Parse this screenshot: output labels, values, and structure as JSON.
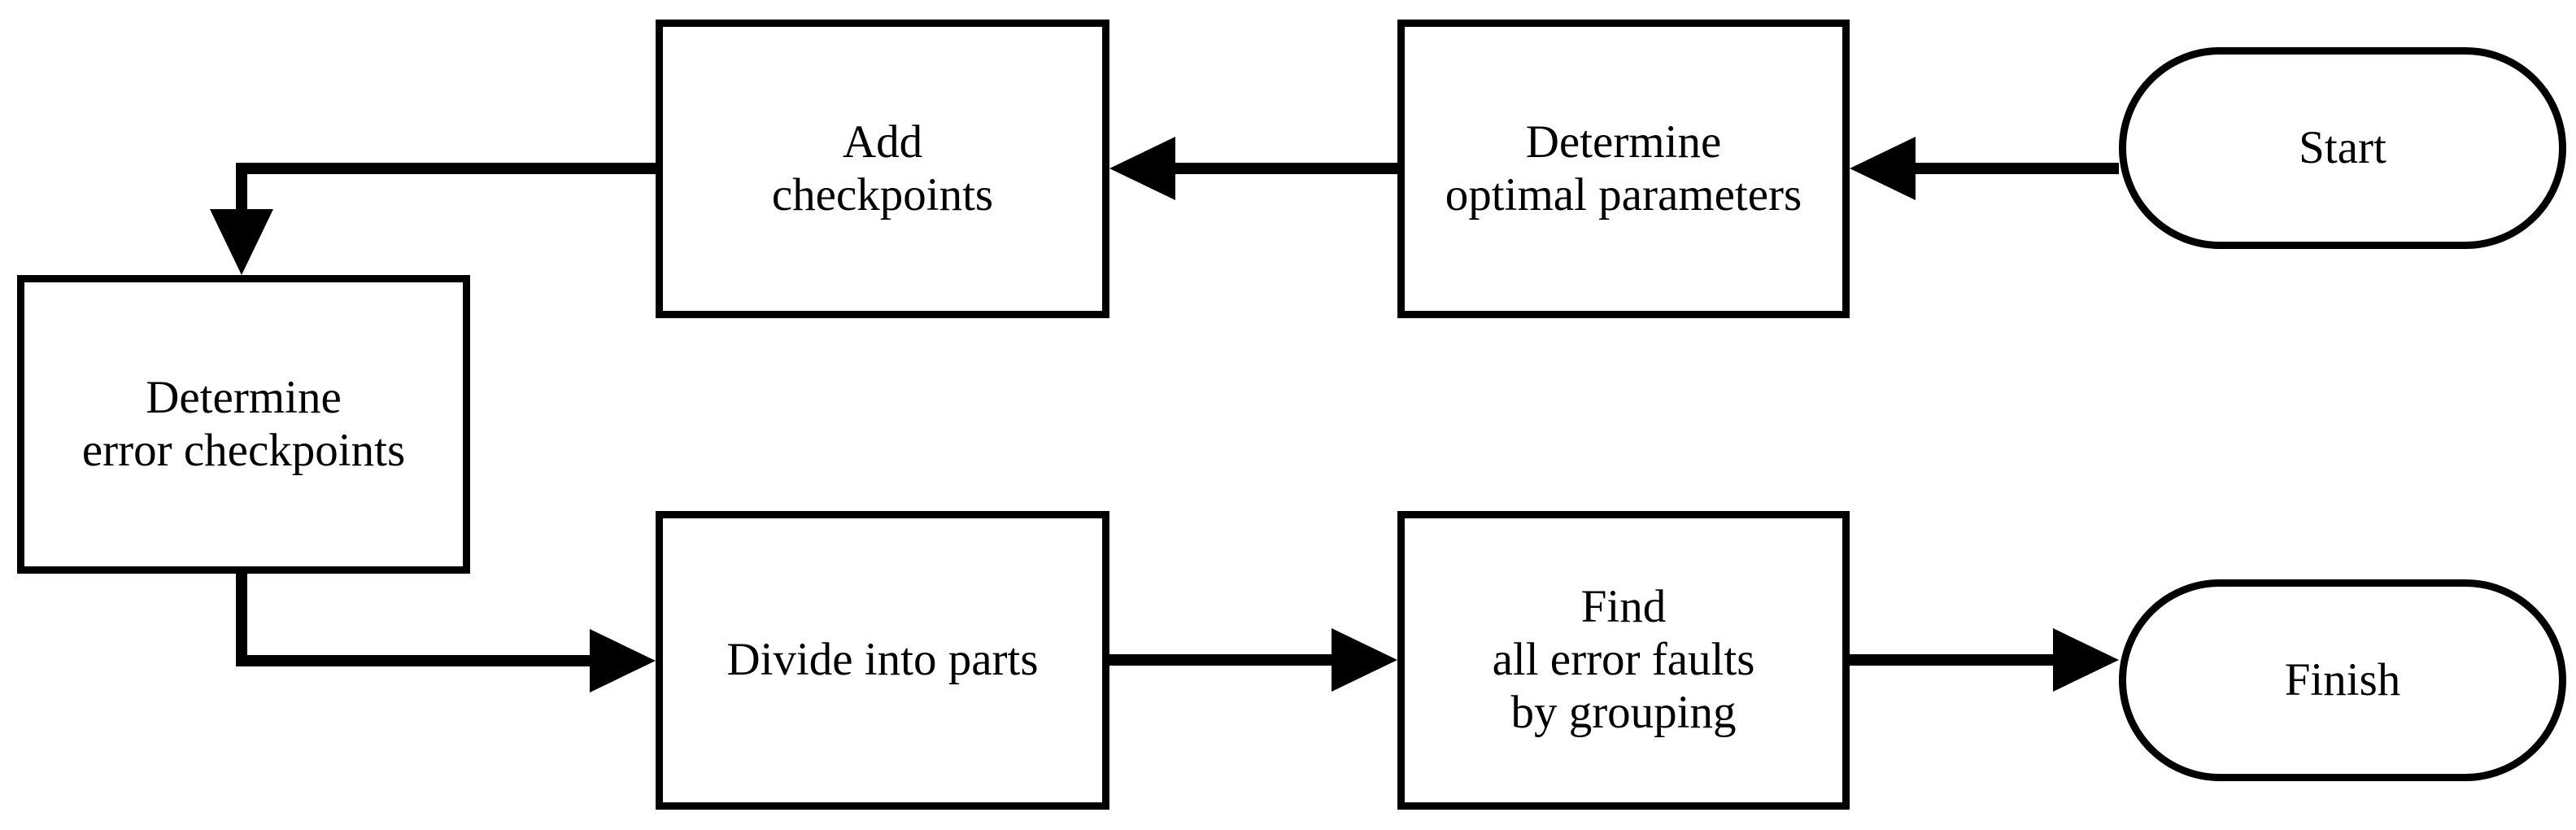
{
  "diagram": {
    "type": "flowchart",
    "title": "Error checkpoint grouping flowchart",
    "orientation": "right-to-left top row, left-to-right bottom row",
    "stroke_color": "#000000",
    "fill_color": "#ffffff",
    "background_color": "#ffffff"
  },
  "nodes": [
    {
      "id": "start",
      "shape": "terminator",
      "label": "Start"
    },
    {
      "id": "determine-optimal-parameters",
      "shape": "process",
      "label": "Determine\noptimal parameters"
    },
    {
      "id": "add-checkpoints",
      "shape": "process",
      "label": "Add\ncheckpoints"
    },
    {
      "id": "determine-error-checkpoints",
      "shape": "process",
      "label": "Determine\nerror checkpoints"
    },
    {
      "id": "divide-into-parts",
      "shape": "process",
      "label": "Divide into parts"
    },
    {
      "id": "find-all-error-faults",
      "shape": "process",
      "label": "Find\nall error faults\nby grouping"
    },
    {
      "id": "finish",
      "shape": "terminator",
      "label": "Finish"
    }
  ],
  "edges": [
    {
      "id": "start-to-determine-optimal",
      "from": "start",
      "to": "determine-optimal-parameters",
      "label": "",
      "direction": "left"
    },
    {
      "id": "determine-optimal-to-add",
      "from": "determine-optimal-parameters",
      "to": "add-checkpoints",
      "label": "",
      "direction": "left"
    },
    {
      "id": "add-to-determine-error",
      "from": "add-checkpoints",
      "to": "determine-error-checkpoints",
      "label": "",
      "direction": "down"
    },
    {
      "id": "determine-error-to-divide",
      "from": "determine-error-checkpoints",
      "to": "divide-into-parts",
      "label": "",
      "direction": "right"
    },
    {
      "id": "divide-to-find-all-error",
      "from": "divide-into-parts",
      "to": "find-all-error-faults",
      "label": "",
      "direction": "right"
    },
    {
      "id": "find-all-error-to-finish",
      "from": "find-all-error-faults",
      "to": "finish",
      "label": "",
      "direction": "right"
    }
  ]
}
